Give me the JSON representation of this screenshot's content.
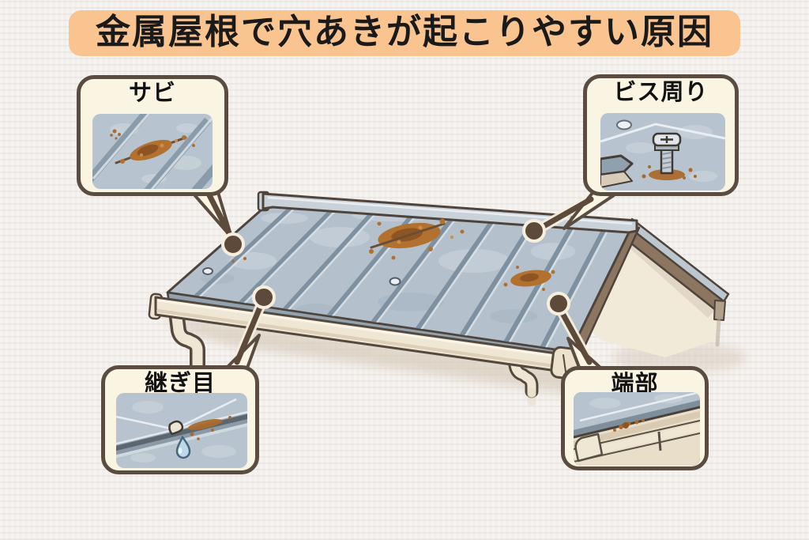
{
  "title": {
    "text": "金属屋根で穴あきが起こりやすい原因"
  },
  "callouts": [
    {
      "id": "rust",
      "label": "サビ",
      "image": "rust-spots-on-metal-roof-panel"
    },
    {
      "id": "screws",
      "label": "ビス周り",
      "image": "rusted-screw-sticking-out-of-roof"
    },
    {
      "id": "seam",
      "label": "継ぎ目",
      "image": "panel-seam-with-rust-and-water-drop"
    },
    {
      "id": "edge",
      "label": "端部",
      "image": "rusted-roof-edge-over-gutter"
    }
  ],
  "illustration": {
    "name": "metal-roof-with-rust-spots-gutter-and-gable",
    "markers": [
      "rust-point",
      "screw-area-point",
      "seam-point",
      "edge-point"
    ]
  },
  "colors": {
    "banner_bg": "#f9c48f",
    "title_text": "#1a1a1a",
    "callout_bg": "#faf4e3",
    "callout_border": "#5a4c40",
    "roof_panel": "#b4c1cd",
    "roof_rib": "#7f90a0",
    "ridge_cap": "#c9d2d9",
    "rust": "#b3712f",
    "rust_dark": "#8e5524",
    "gutter": "#efe6d3",
    "fascia": "#8d7660",
    "wall": "#f2ead9",
    "connector": "#5d4a3a",
    "connector_halo": "#f6efde",
    "background": "#f4f1ee"
  }
}
